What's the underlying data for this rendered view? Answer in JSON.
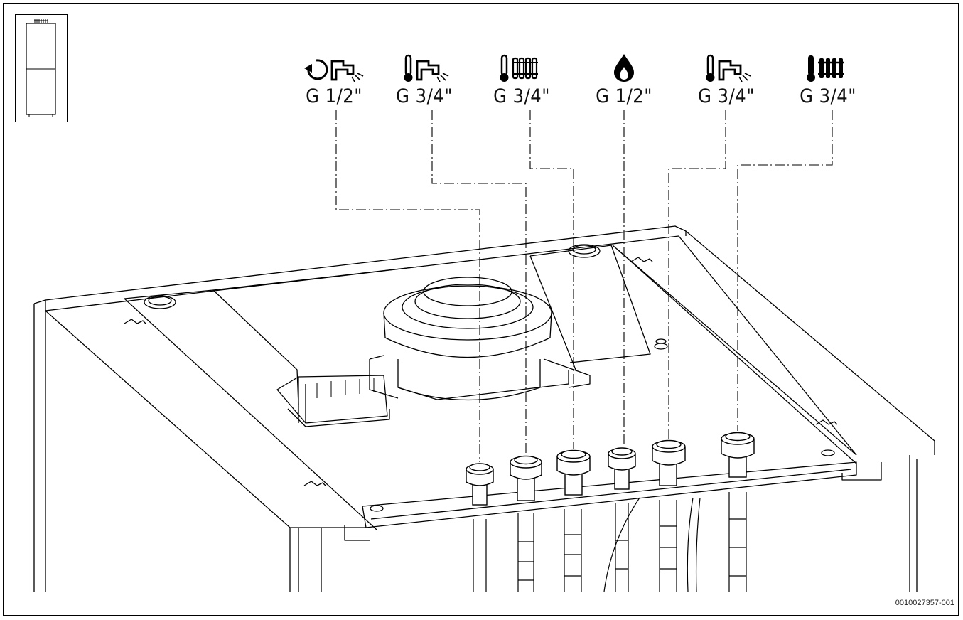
{
  "connections": [
    {
      "id": "circulation",
      "icon": "circulation-tap-icon",
      "thread": "G 1/2\""
    },
    {
      "id": "dhw-hot",
      "icon": "hot-water-tap-icon",
      "thread": "G 3/4\""
    },
    {
      "id": "heating-flow",
      "icon": "radiator-flow-icon",
      "thread": "G 3/4\""
    },
    {
      "id": "gas",
      "icon": "gas-flame-icon",
      "thread": "G 1/2\""
    },
    {
      "id": "dhw-cold",
      "icon": "cold-water-tap-icon",
      "thread": "G 3/4\""
    },
    {
      "id": "heating-return",
      "icon": "radiator-return-icon",
      "thread": "G 3/4\""
    }
  ],
  "document": {
    "id": "0010027357-001"
  },
  "colors": {
    "line": "#000000",
    "background": "#ffffff"
  }
}
